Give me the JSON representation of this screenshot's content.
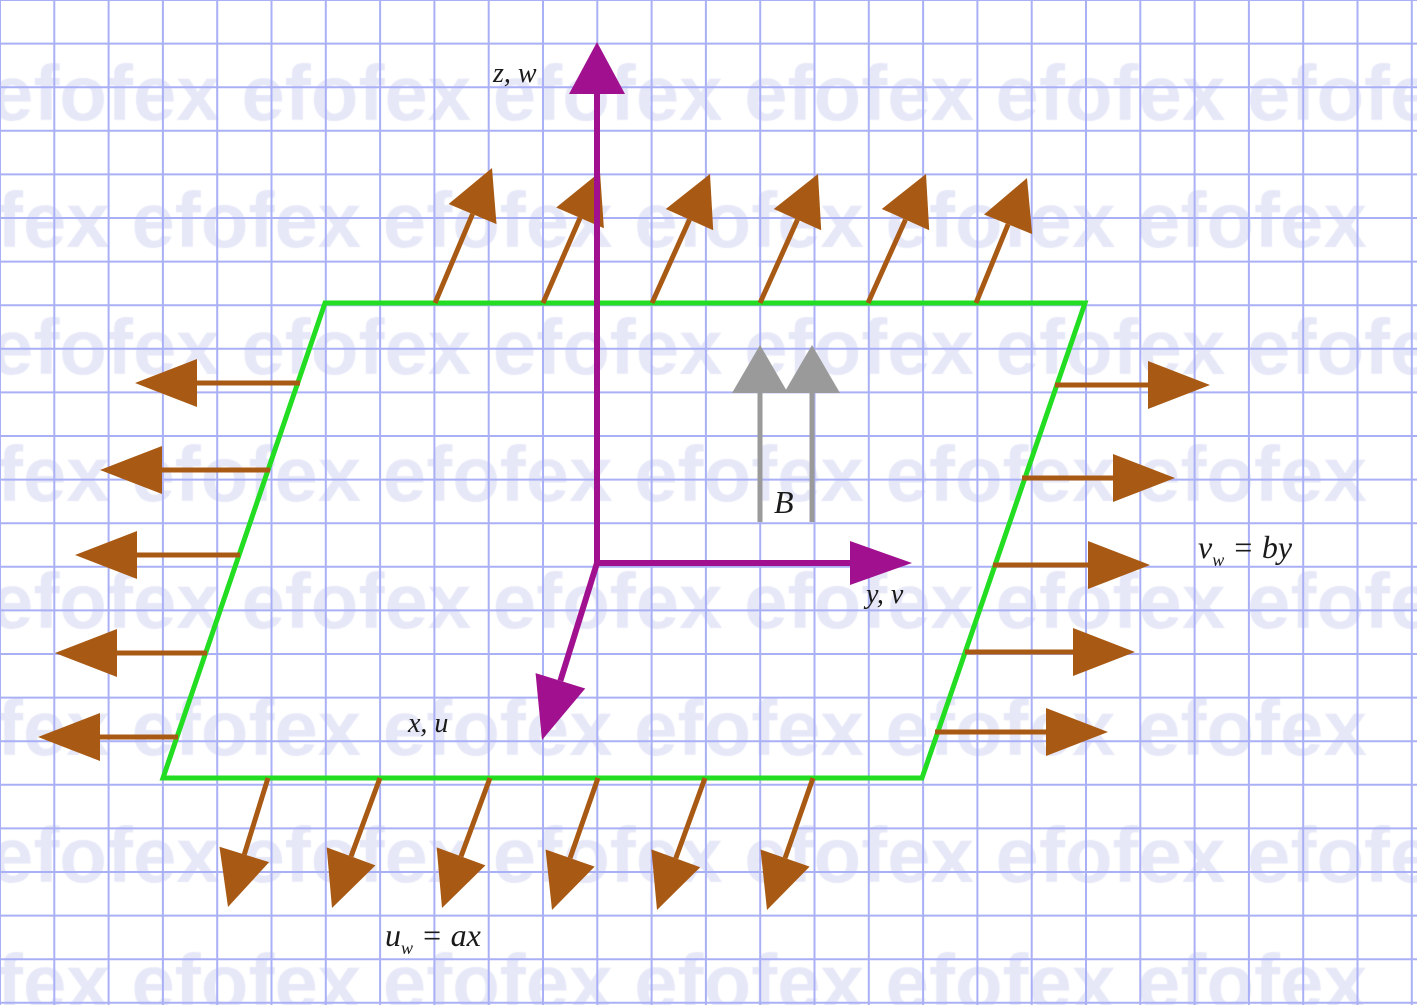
{
  "watermark": "efofex",
  "labels": {
    "z_axis": "z, w",
    "y_axis": "y, v",
    "x_axis": "x, u",
    "field": "B",
    "v_main": "v",
    "v_sub": "w",
    "v_rest": " = by",
    "u_main": "u",
    "u_sub": "w",
    "u_rest": " = ax"
  },
  "colors": {
    "grid": "#aab0f5",
    "plate": "#22dd22",
    "axis": "#a0108f",
    "velocity_arrow": "#a85a14",
    "field_arrow": "#9a9a9a"
  }
}
